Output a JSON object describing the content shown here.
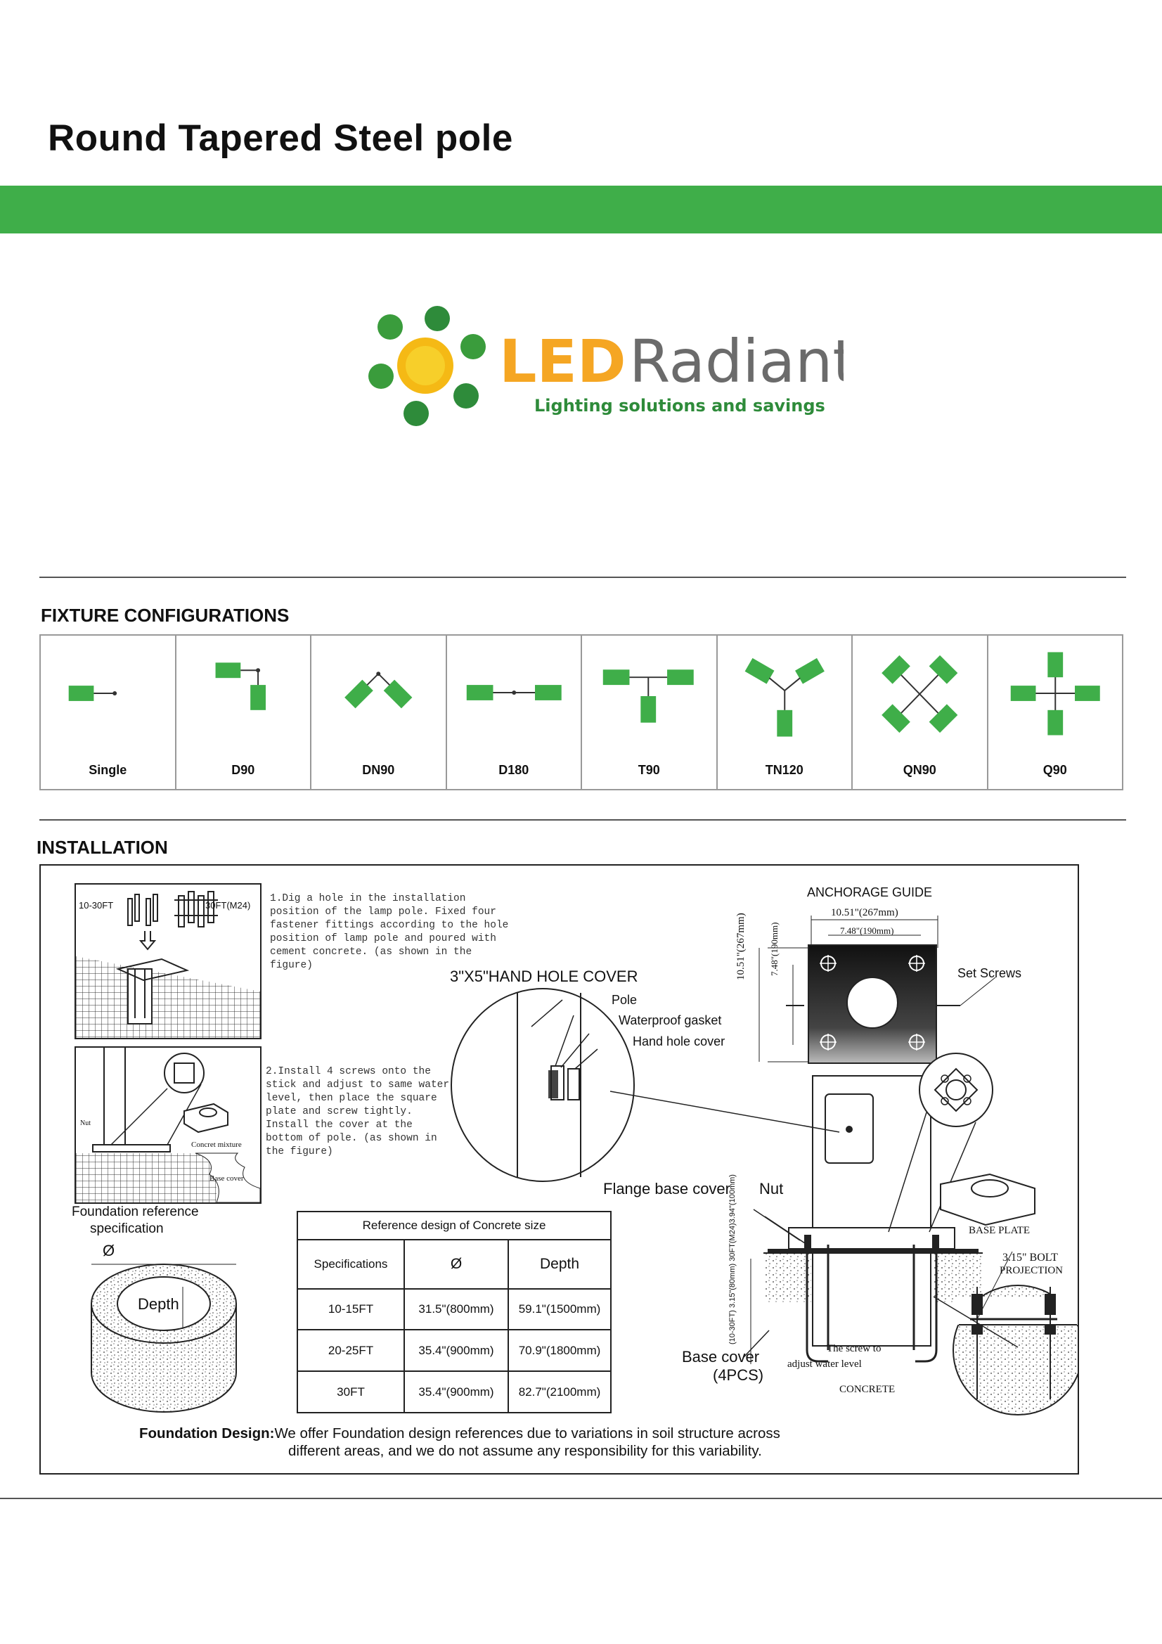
{
  "page": {
    "title": "Round Tapered Steel pole"
  },
  "brand": {
    "name_part1": "LED",
    "name_part2": "Radiant",
    "tagline": "Lighting solutions and savings",
    "colors": {
      "green": "#3fae49",
      "orange": "#f5a623",
      "gray": "#666666"
    }
  },
  "fixture_section": {
    "heading": "FIXTURE CONFIGURATIONS",
    "configs": [
      {
        "label": "Single"
      },
      {
        "label": "D90"
      },
      {
        "label": "DN90"
      },
      {
        "label": "D180"
      },
      {
        "label": "T90"
      },
      {
        "label": "TN120"
      },
      {
        "label": "QN90"
      },
      {
        "label": "Q90"
      }
    ]
  },
  "installation": {
    "heading": "INSTALLATION",
    "step1": "1.Dig a hole in the installation\nposition of the lamp pole. Fixed four\nfastener fittings according to the hole\nposition of lamp pole and poured with\ncement concrete. (as shown in the\nfigure)",
    "step2": "2.Install 4 screws onto the\nstick and adjust to same water\nlevel, then place the square\nplate and screw tightly.\nInstall the cover at the\nbottom of pole. (as shown in\nthe figure)",
    "fig1_label_left": "10-30FT",
    "fig1_label_right": "30FT(M24)",
    "fig2_nut": "Nut",
    "fig2_concret": "Concret mixture",
    "fig2_base": "Base cover",
    "foundation_ref": "Foundation reference",
    "foundation_spec": "specification",
    "diameter_symbol": "Ø",
    "depth_label": "Depth",
    "hand_hole_title": "3\"X5\"HAND HOLE COVER",
    "hh_pole": "Pole",
    "hh_gasket": "Waterproof gasket",
    "hh_cover": "Hand hole cover",
    "anchorage_title": "ANCHORAGE GUIDE",
    "anch_dim_outer": "10.51\"(267mm)",
    "anch_dim_inner": "7.48\"(190mm)",
    "anch_dim_v_outer": "10.51\"(267mm)",
    "anch_dim_v_inner": "7.48\"(190mm)",
    "set_screws": "Set Screws",
    "flange_base_cover": "Flange base cover",
    "nut": "Nut",
    "base_cover": "Base cover",
    "base_cover_count": "(4PCS)",
    "base_plate": "BASE PLATE",
    "bolt_projection_1": "3.15\" BOLT",
    "bolt_projection_2": "PROJECTION",
    "screw_note_1": "The screw to",
    "screw_note_2": "adjust water level",
    "concrete": "CONCRETE",
    "vertical_dims": "(10-30FT) 3.15\"(80mm) 30FT(M24)3.94\"(100mm)"
  },
  "concrete_table": {
    "caption": "Reference design of Concrete size",
    "headers": [
      "Specifications",
      "Ø",
      "Depth"
    ],
    "rows": [
      [
        "10-15FT",
        "31.5\"(800mm)",
        "59.1\"(1500mm)"
      ],
      [
        "20-25FT",
        "35.4\"(900mm)",
        "70.9\"(1800mm)"
      ],
      [
        "30FT",
        "35.4\"(900mm)",
        "82.7\"(2100mm)"
      ]
    ]
  },
  "footer_note": {
    "label": "Foundation Design:",
    "text_line1": "We offer Foundation design references due to variations in soil structure across",
    "text_line2": "different areas, and we do not assume any responsibility for this variability."
  }
}
